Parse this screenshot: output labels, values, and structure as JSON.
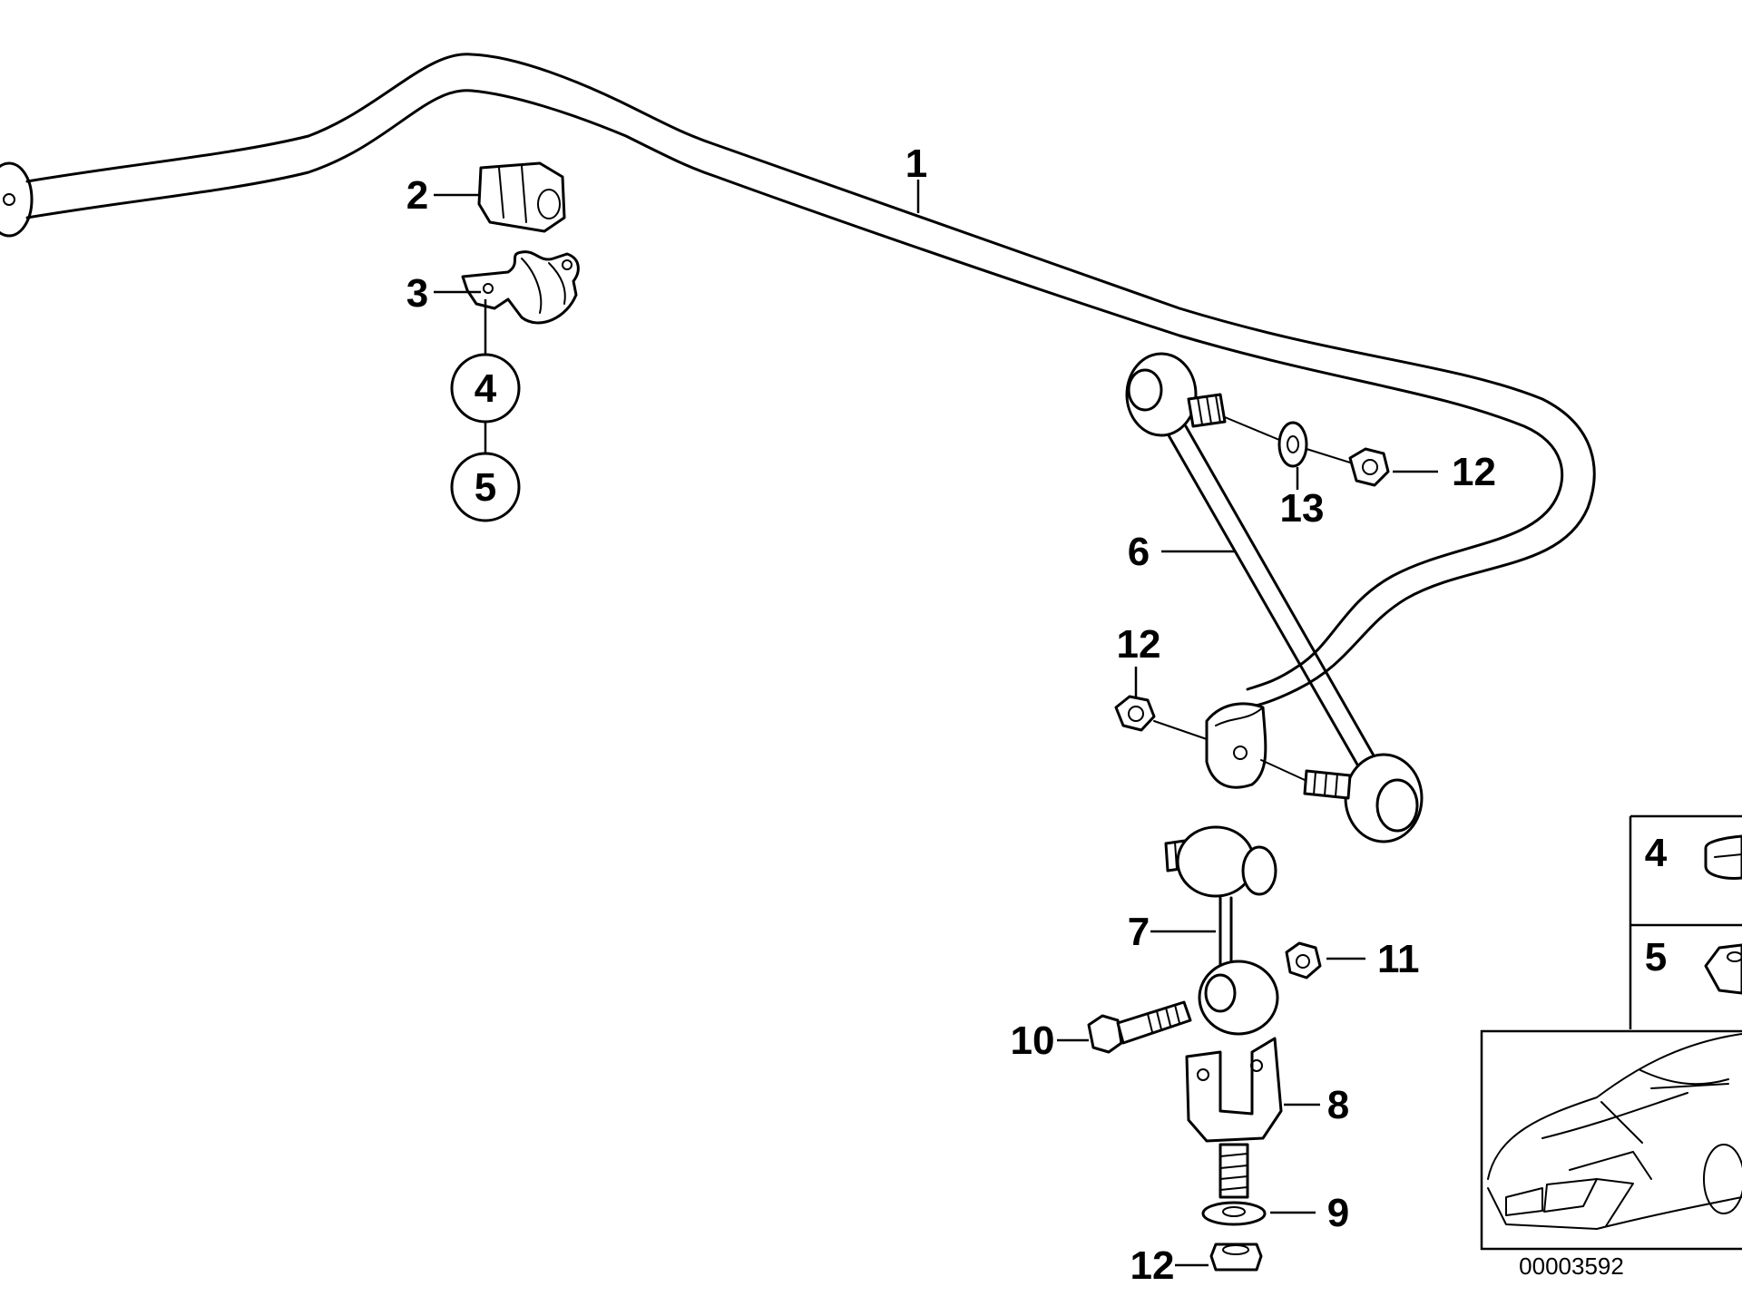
{
  "diagram": {
    "part_numbers": {
      "p1": "1",
      "p2": "2",
      "p3": "3",
      "p4": "4",
      "p5": "5",
      "p6": "6",
      "p7": "7",
      "p8": "8",
      "p9": "9",
      "p10": "10",
      "p11": "11",
      "p12_top": "12",
      "p12_mid": "12",
      "p12_bottom": "12",
      "p13": "13"
    },
    "legend": {
      "item_4": "4",
      "item_5": "5"
    },
    "reference_code": "00003592"
  }
}
